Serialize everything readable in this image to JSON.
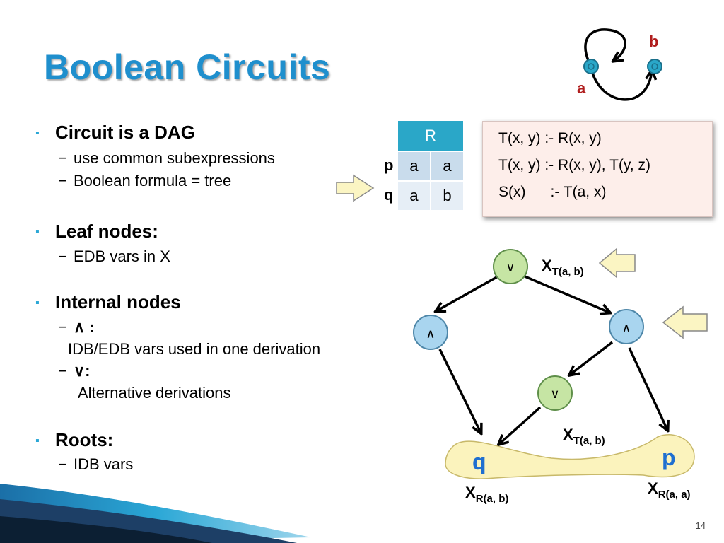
{
  "slide": {
    "title": "Boolean Circuits",
    "page_number": "14"
  },
  "bullets": [
    {
      "heading": "Circuit is a DAG",
      "subs": [
        "use common subexpressions",
        "Boolean formula = tree"
      ]
    },
    {
      "heading": "Leaf nodes:",
      "subs": [
        "EDB vars in X"
      ]
    },
    {
      "heading": "Internal nodes",
      "subs": [
        "∧ :",
        "IDB/EDB vars used in one derivation",
        "∨:",
        "Alternative derivations"
      ]
    },
    {
      "heading": "Roots:",
      "subs": [
        "IDB vars"
      ]
    }
  ],
  "graph_small": {
    "node_a": "a",
    "node_b": "b"
  },
  "relation": {
    "name": "R",
    "row_labels": [
      "p",
      "q"
    ],
    "rows": [
      [
        "a",
        "a"
      ],
      [
        "a",
        "b"
      ]
    ]
  },
  "rules": [
    "T(x, y) :- R(x, y)",
    "T(x, y) :- R(x, y), T(y, z)",
    "S(x)      :- T(a, x)"
  ],
  "circuit": {
    "or_symbol": "∨",
    "and_symbol": "∧",
    "var_prefix": "X",
    "top_label_sub": "T(a, b)",
    "mid_label_sub": "T(a, b)",
    "left_leaf_label_sub": "R(a, b)",
    "right_leaf_label_sub": "R(a, a)",
    "leaf_q": "q",
    "leaf_p": "p"
  },
  "colors": {
    "title": "#1f8fcd",
    "node_or": "#c6e5a4",
    "node_and": "#a9d5ef",
    "leaf_band": "#fbf3bd",
    "arrow_fill": "#fbf5c3",
    "rule_bg": "#fdeeea",
    "relation_header": "#2aa7c8",
    "small_node": "#2aa7c8",
    "label_red": "#b01d1d",
    "leaf_text": "#1f6fd0"
  }
}
